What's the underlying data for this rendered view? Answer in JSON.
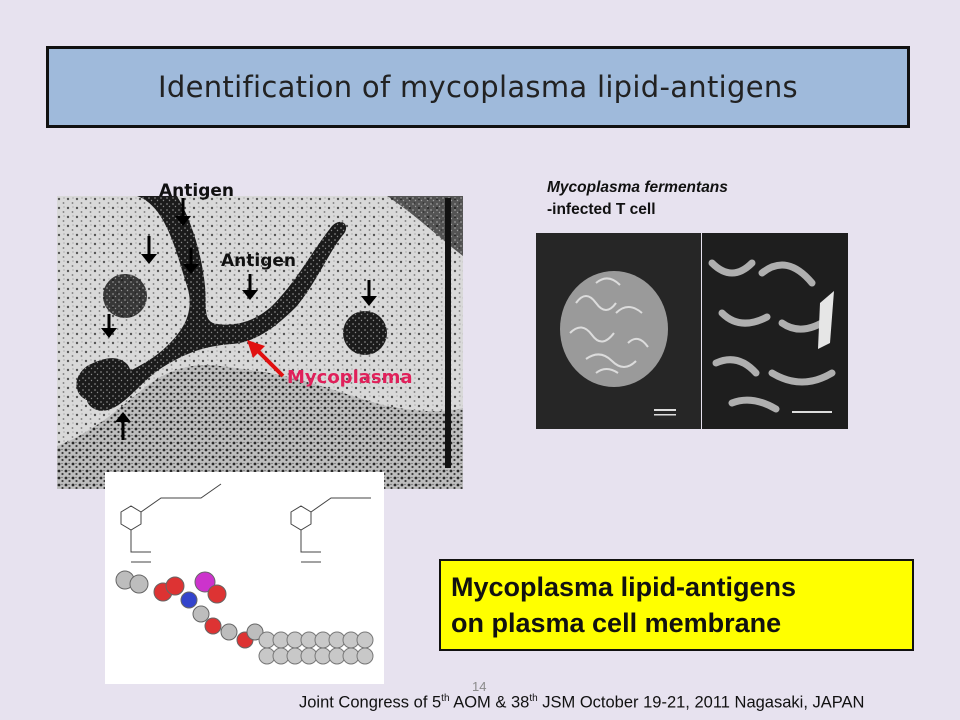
{
  "slide": {
    "title": "Identification of mycoplasma lipid-antigens",
    "page_number": "14"
  },
  "em_image": {
    "label_antigen_1": "Antigen",
    "label_antigen_2": "Antigen",
    "label_mycoplasma": "Mycoplasma"
  },
  "sem_image": {
    "caption_line1": "Mycoplasma fermentans",
    "caption_line2": "-infected T cell"
  },
  "callout": {
    "line1": "Mycoplasma lipid-antigens",
    "line2": "on plasma cell membrane"
  },
  "footer": {
    "t1": "Joint Congress of 5",
    "s1": "th",
    "t2": " AOM & 38",
    "s2": "th",
    "t3": " JSM October 19-21, 2011 Nagasaki, JAPAN"
  },
  "colors": {
    "title_fill": "#9fbadb",
    "callout_fill": "#ffff00",
    "mycoplasma_label": "#e0205a"
  }
}
